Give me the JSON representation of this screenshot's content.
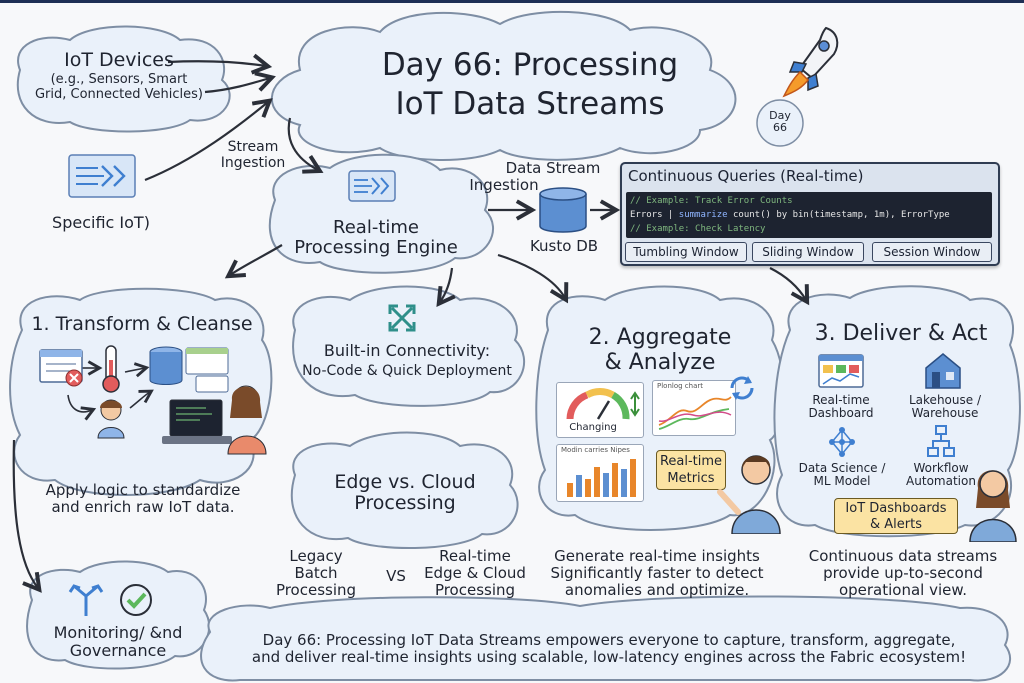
{
  "title": {
    "line1": "Day 66: Processing",
    "line2": "IoT Data Streams"
  },
  "day_badge": {
    "line1": "Day",
    "line2": "66"
  },
  "iot_devices": {
    "label": "IoT Devices",
    "detail_line1": "(e.g., Sensors, Smart",
    "detail_line2": "Grid, Connected Vehicles)"
  },
  "specific_iot": {
    "label": "Specific IoT)"
  },
  "stream_ingestion": {
    "line1": "Stream",
    "line2": "Ingestion"
  },
  "data_stream_ingestion": {
    "line1": "Data Stream",
    "line2": "Ingestion"
  },
  "kusto_db": {
    "label": "Kusto DB"
  },
  "engine": {
    "line1": "Real-time",
    "line2": "Processing Engine"
  },
  "queries": {
    "title": "Continuous Queries (Real-time)",
    "comment1": "// Example: Track Error Counts",
    "code_a": "Errors | ",
    "code_kw": "summarize",
    "code_b": " count() by bin(timestamp, 1m), ErrorType",
    "comment2": "// Example: Check Latency",
    "windows": [
      "Tumbling Window",
      "Sliding Window",
      "Session Window"
    ]
  },
  "transform": {
    "heading": "1. Transform & Cleanse",
    "desc_line1": "Apply logic to standardize",
    "desc_line2": "and enrich raw IoT data."
  },
  "connectivity": {
    "line1": "Built-in Connectivity:",
    "line2": "No-Code & Quick Deployment"
  },
  "aggregate": {
    "heading_line1": "2. Aggregate",
    "heading_line2": "& Analyze",
    "gauge_label": "Changing",
    "line_chart_label": "Plonlog chart",
    "bar_chart_label": "Modin carries Nipes",
    "metrics_line1": "Real-time",
    "metrics_line2": "Metrics",
    "desc_line1": "Generate real-time insights",
    "desc_line2": "Significantly faster to detect",
    "desc_line3": "anomalies and optimize."
  },
  "deliver": {
    "heading": "3. Deliver & Act",
    "items": [
      {
        "line1": "Real-time",
        "line2": "Dashboard"
      },
      {
        "line1": "Lakehouse /",
        "line2": "Warehouse"
      },
      {
        "line1": "Data Science /",
        "line2": "ML Model"
      },
      {
        "line1": "Workflow",
        "line2": "Automation"
      }
    ],
    "alerts_line1": "IoT Dashboards",
    "alerts_line2": "& Alerts",
    "desc_line1": "Continuous data streams",
    "desc_line2": "provide up-to-second",
    "desc_line3": "operational view."
  },
  "edge_cloud": {
    "heading_line1": "Edge vs. Cloud",
    "heading_line2": "Processing",
    "left_line1": "Legacy",
    "left_line2": "Batch",
    "left_line3": "Processing",
    "vs": "VS",
    "right_line1": "Real-time",
    "right_line2": "Edge & Cloud",
    "right_line3": "Processing"
  },
  "monitoring": {
    "line1": "Monitoring/ &nd",
    "line2": "Governance"
  },
  "footer": {
    "line1": "Day 66: Processing IoT Data Streams empowers everyone to capture, transform, aggregate,",
    "line2": "and deliver real-time insights using scalable, low-latency engines across the Fabric ecosystem!"
  },
  "colors": {
    "cloud_fill": "#eaf1fa",
    "cloud_stroke": "#7e8ea4",
    "panel_dark": "#1d2330",
    "accent_blue": "#3f7fd0",
    "tag_yellow": "#fbe3a3"
  }
}
